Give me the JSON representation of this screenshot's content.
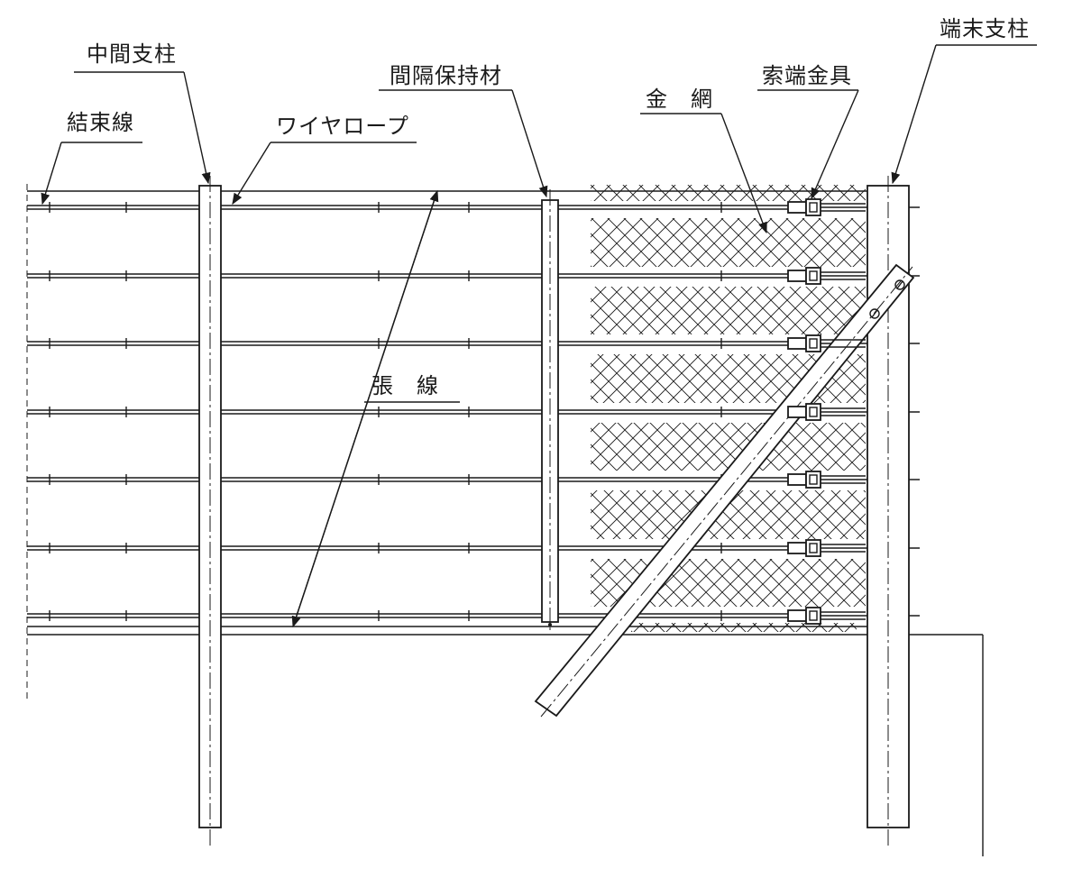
{
  "labels": {
    "middle_post": "中間支柱",
    "binding_wire": "結束線",
    "wire_rope": "ワイヤロープ",
    "spacer": "間隔保持材",
    "wire_mesh": "金　網",
    "rope_end_fitting": "索端金具",
    "end_post": "端末支柱",
    "stay_wire": "張　線"
  },
  "rope_count": 7
}
